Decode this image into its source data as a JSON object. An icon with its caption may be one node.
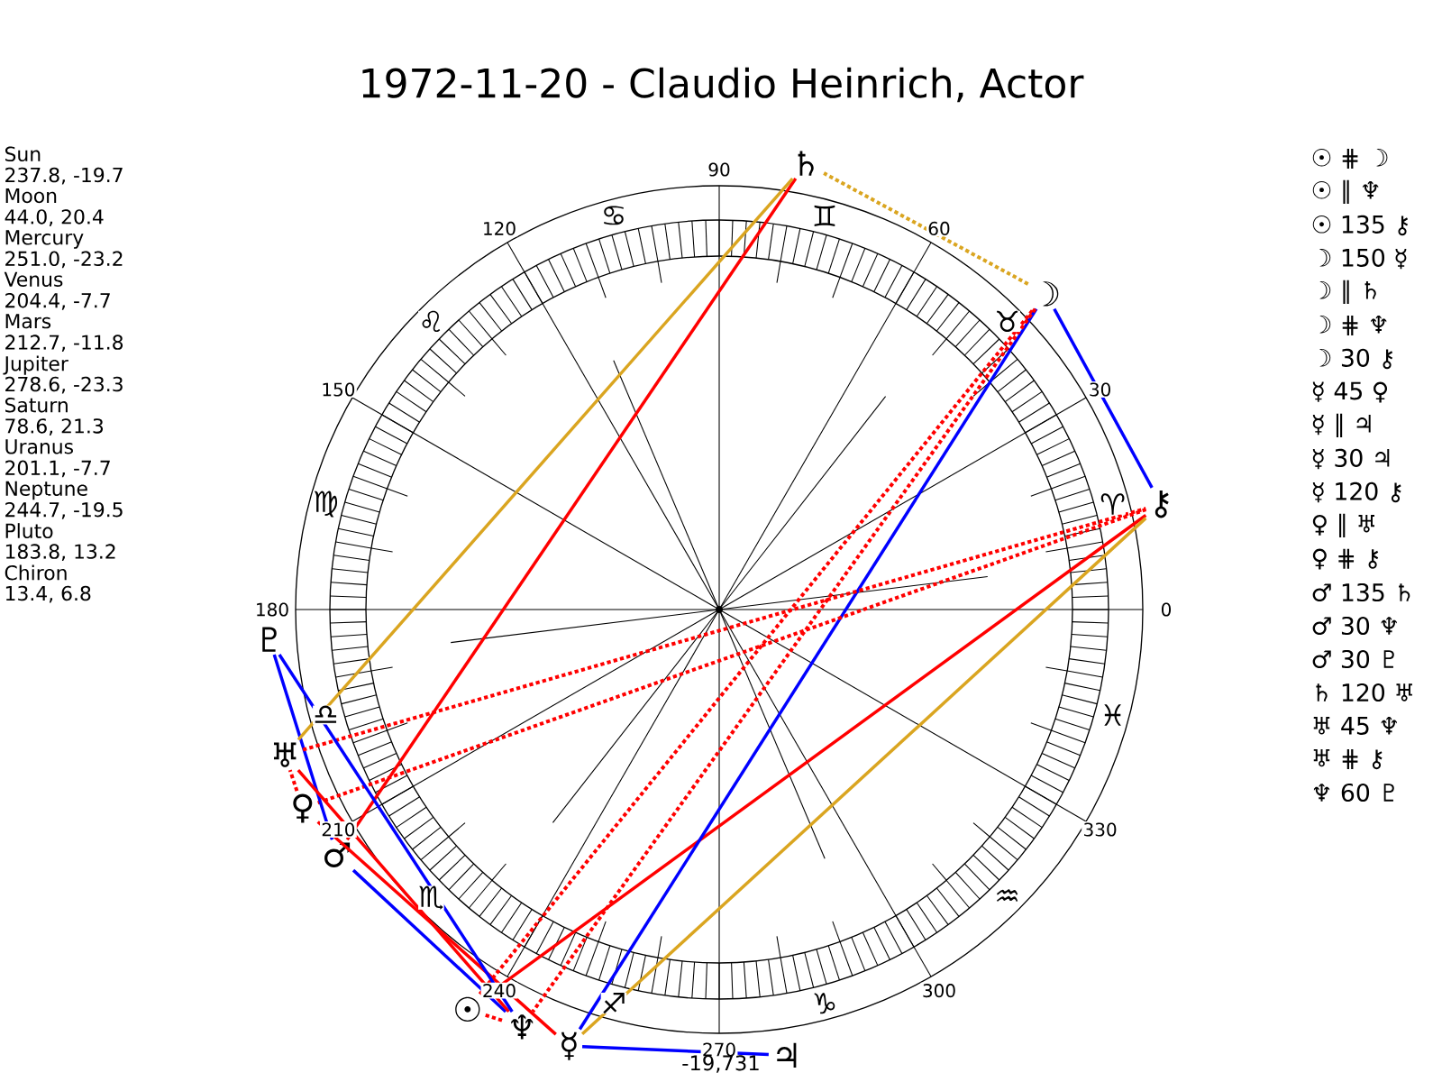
{
  "diagram": {
    "title": "1972-11-20 - Claudio Heinrich, Actor",
    "nodes": [
      {
        "text": [
          "☉"
        ]
      },
      {
        "text": [
          "☽"
        ]
      },
      {
        "text": [
          "☿"
        ]
      },
      {
        "text": [
          "♀"
        ]
      },
      {
        "text": [
          "♂"
        ]
      },
      {
        "text": [
          "♃"
        ]
      },
      {
        "text": [
          "♄"
        ]
      },
      {
        "text": [
          "♅"
        ]
      },
      {
        "text": [
          "♆"
        ]
      },
      {
        "text": [
          "♇"
        ]
      },
      {
        "text": [
          "⚷"
        ]
      }
    ],
    "edges": [
      {
        "from": 0,
        "to": 1,
        "arrow": "none",
        "style": "dashed"
      },
      {
        "from": 0,
        "to": 8,
        "arrow": "none",
        "style": "dashed"
      },
      {
        "from": 0,
        "to": 10,
        "arrow": "none"
      },
      {
        "from": 1,
        "to": 2,
        "arrow": "none",
        "color": "#0000ff"
      },
      {
        "from": 1,
        "to": 6,
        "arrow": "none",
        "style": "dashed",
        "color": "#daa520"
      },
      {
        "from": 1,
        "to": 8,
        "arrow": "none",
        "style": "dashed"
      },
      {
        "from": 1,
        "to": 10,
        "arrow": "none",
        "color": "#0000ff"
      },
      {
        "from": 2,
        "to": 3,
        "arrow": "none"
      },
      {
        "from": 2,
        "to": 5,
        "arrow": "none",
        "color": "#0000ff"
      },
      {
        "from": 2,
        "to": 10,
        "arrow": "none",
        "color": "#daa520"
      },
      {
        "from": 3,
        "to": 7,
        "arrow": "none",
        "style": "dashed"
      },
      {
        "from": 3,
        "to": 10,
        "arrow": "none",
        "style": "dashed"
      },
      {
        "from": 4,
        "to": 6,
        "arrow": "none"
      },
      {
        "from": 4,
        "to": 8,
        "arrow": "none",
        "color": "#0000ff"
      },
      {
        "from": 4,
        "to": 9,
        "arrow": "none",
        "color": "#0000ff"
      },
      {
        "from": 6,
        "to": 7,
        "arrow": "none",
        "color": "#daa520"
      },
      {
        "from": 7,
        "to": 8,
        "arrow": "none"
      },
      {
        "from": 7,
        "to": 10,
        "arrow": "none",
        "style": "dashed"
      },
      {
        "from": 8,
        "to": 9,
        "arrow": "none",
        "color": "#0000ff"
      }
    ],
    "labels": [
      "Sun",
      "237.8, -19.7",
      "Moon",
      "44.0, 20.4",
      "Mercury",
      "251.0, -23.2",
      "Venus",
      "204.4, -7.7",
      "Mars",
      "212.7, -11.8",
      "Jupiter",
      "278.6, -23.3",
      "Saturn",
      "78.6, 21.3",
      "Uranus",
      "201.1, -7.7",
      "Neptune",
      "244.7, -19.5",
      "Pluto",
      "183.8, 13.2",
      "Chiron",
      "13.4, 6.8",
      "0",
      "30",
      "60",
      "90",
      "120",
      "150",
      "180",
      "210",
      "240",
      "270",
      "300",
      "330",
      "♈",
      "♉",
      "♊",
      "♋",
      "♌",
      "♍",
      "♎",
      "♏",
      "♐",
      "♑",
      "♒",
      "♓",
      "☉ ⋕ ☽",
      "☉ ∥ ♆",
      "☉ 135 ⚷",
      "☽ 150 ☿",
      "☽ ∥ ♄",
      "☽ ⋕ ♆",
      "☽ 30 ⚷",
      "☿ 45 ♀",
      "☿ ∥ ♃",
      "☿ 30 ♃",
      "☿ 120 ⚷",
      "♀ ∥ ♅",
      "♀ ⋕ ⚷",
      "♂ 135 ♄",
      "♂ 30 ♆",
      "♂ 30 ♇",
      "♄ 120 ♅",
      "♅ 45 ♆",
      "♅ ⋕ ⚷",
      "♆ 60 ♇",
      "-19,731"
    ]
  }
}
